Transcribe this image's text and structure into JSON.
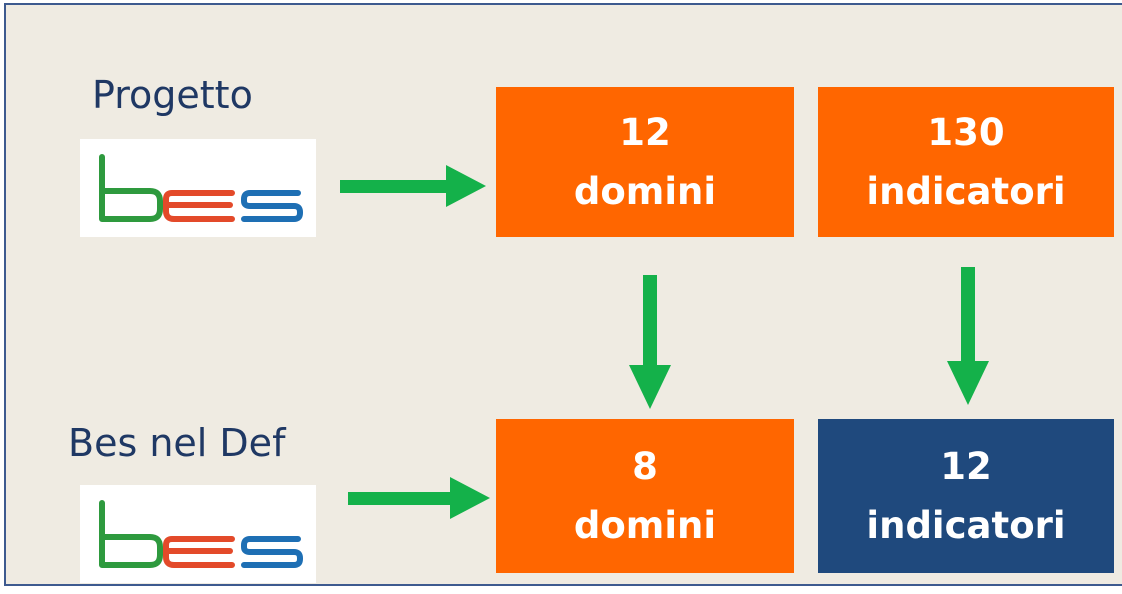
{
  "rows": [
    {
      "title": "Progetto",
      "logo": {
        "text": "bes",
        "icon": "bes-logo"
      }
    },
    {
      "title": "Bes nel Def",
      "logo": {
        "text": "bes",
        "icon": "bes-logo"
      }
    }
  ],
  "boxes": {
    "project_domains": {
      "number": "12",
      "label": "domini"
    },
    "project_indicators": {
      "number": "130",
      "label": "indicatori"
    },
    "def_domains": {
      "number": "8",
      "label": "domini"
    },
    "def_indicators": {
      "number": "12",
      "label": "indicatori"
    }
  },
  "colors": {
    "orange_box": "#ff6600",
    "navy_box": "#1f497d",
    "arrow": "#14b14a",
    "title_text": "#1f3864",
    "panel_background": "#efebe2",
    "logo_green": "#2e9a3e",
    "logo_red": "#e34a2a",
    "logo_blue": "#1e6fb4"
  },
  "icons": [
    "right-arrow-icon",
    "down-arrow-icon",
    "bes-logo"
  ]
}
